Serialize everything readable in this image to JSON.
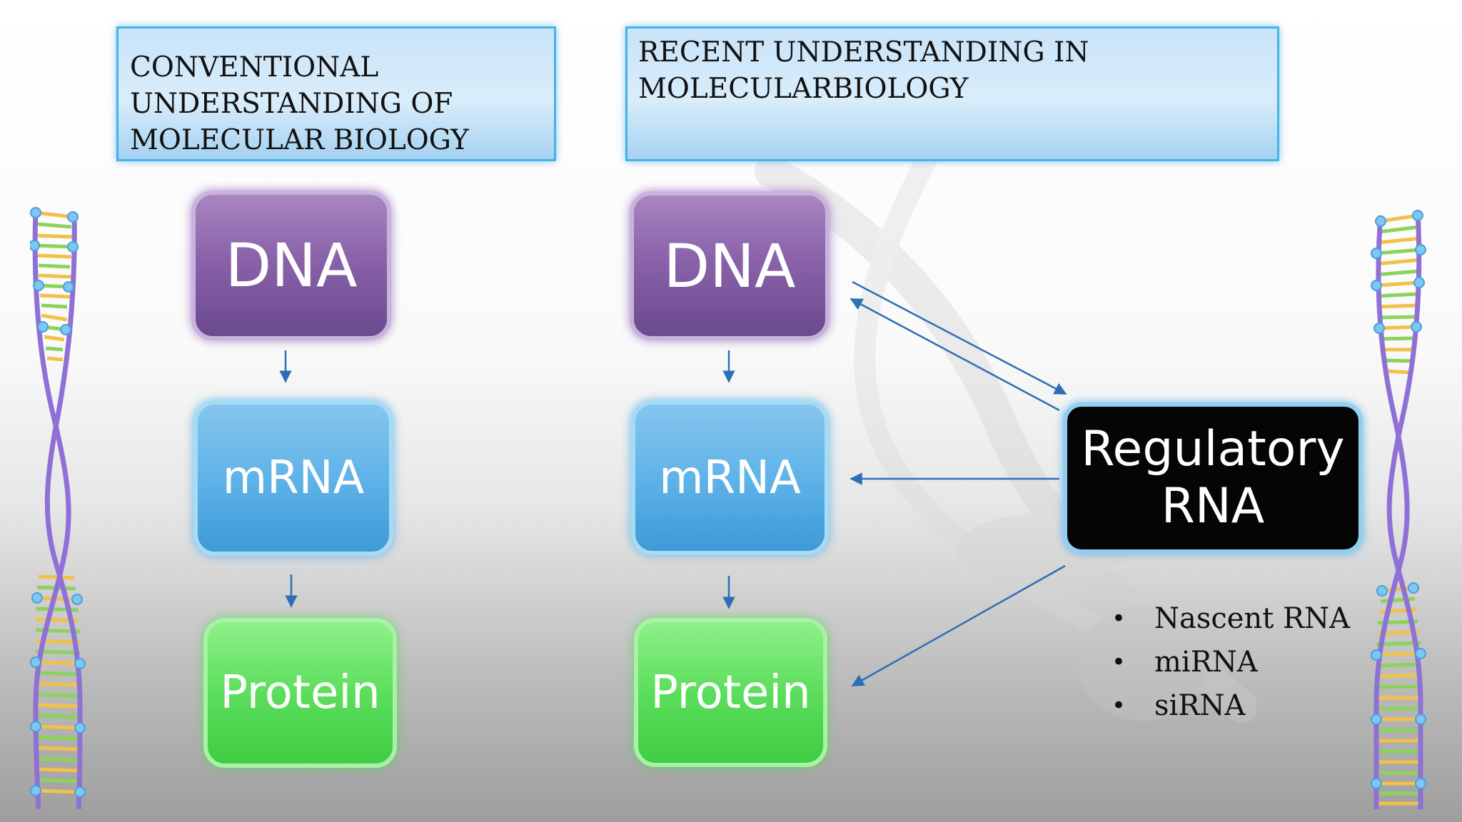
{
  "headers": {
    "conventional": {
      "line1": "CONVENTIONAL",
      "line2": "UNDERSTANDING OF",
      "line3": "MOLECULAR BIOLOGY"
    },
    "recent": {
      "line1": "RECENT UNDERSTANDING IN",
      "line2": "MOLECULARBIOLOGY"
    }
  },
  "conventional_flow": {
    "dna": "DNA",
    "mrna": "mRNA",
    "protein": "Protein"
  },
  "recent_flow": {
    "dna": "DNA",
    "mrna": "mRNA",
    "protein": "Protein",
    "regulatory": {
      "line1": "Regulatory",
      "line2": "RNA"
    }
  },
  "regulatory_types": [
    "Nascent RNA",
    "miRNA",
    "siRNA"
  ],
  "colors": {
    "dna": "#8a62aa",
    "mrna": "#5fb3e8",
    "protein": "#5cde5c",
    "regulatory": "#050505",
    "arrow": "#2d6fb7",
    "header_border": "#46b2e6"
  }
}
